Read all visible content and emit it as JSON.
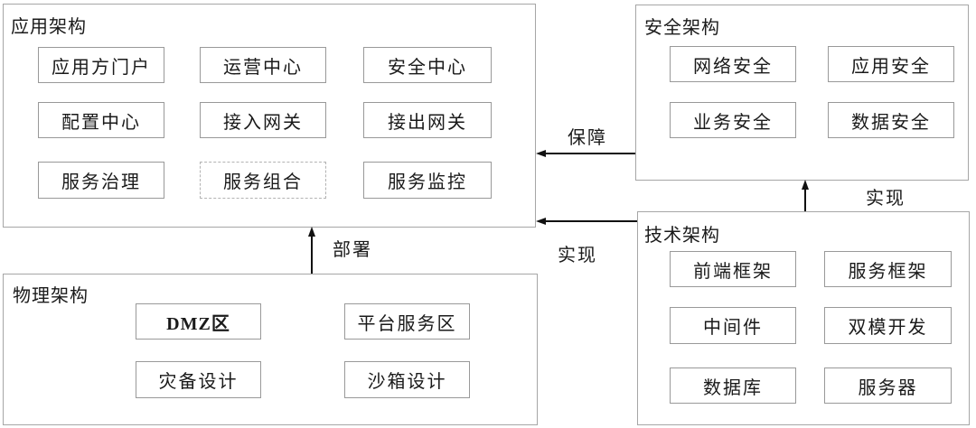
{
  "diagram": {
    "groups": {
      "application": {
        "title": "应用架构",
        "items": [
          "应用方门户",
          "运营中心",
          "安全中心",
          "配置中心",
          "接入网关",
          "接出网关",
          "服务治理",
          "服务组合",
          "服务监控"
        ]
      },
      "security": {
        "title": "安全架构",
        "items": [
          "网络安全",
          "应用安全",
          "业务安全",
          "数据安全"
        ]
      },
      "technology": {
        "title": "技术架构",
        "items": [
          "前端框架",
          "服务框架",
          "中间件",
          "双模开发",
          "数据库",
          "服务器"
        ]
      },
      "physical": {
        "title": "物理架构",
        "items": [
          "DMZ区",
          "平台服务区",
          "灾备设计",
          "沙箱设计"
        ]
      }
    },
    "arrows": {
      "guarantee": {
        "label": "保障",
        "from": "安全架构",
        "to": "应用架构",
        "direction": "left"
      },
      "realize_app": {
        "label": "实现",
        "from": "技术架构",
        "to": "应用架构",
        "direction": "left"
      },
      "realize_security": {
        "label": "实现",
        "from": "技术架构",
        "to": "安全架构",
        "direction": "up"
      },
      "deploy": {
        "label": "部署",
        "from": "物理架构",
        "to": "应用架构",
        "direction": "up"
      }
    },
    "colors": {
      "background": "#ffffff",
      "group_border": "#a6a6a6",
      "node_border": "#999999",
      "dashed_node_border": "#b3b3b3",
      "arrow": "#111111",
      "text": "#1a1a1a"
    }
  }
}
